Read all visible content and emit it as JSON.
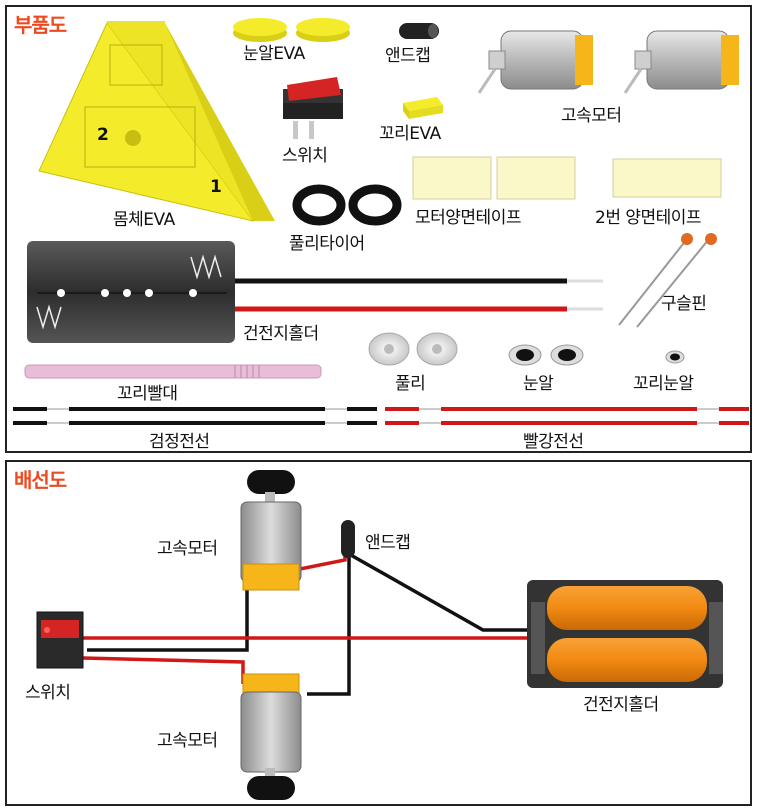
{
  "parts": {
    "title": "부품도",
    "labels": {
      "eye_eva": "눈알EVA",
      "end_cap": "앤드캡",
      "motor": "고속모터",
      "switch": "스위치",
      "tail_eva": "꼬리EVA",
      "body_eva": "몸체EVA",
      "body_mark_1": "1",
      "body_mark_2": "2",
      "pulley_tire": "풀리타이어",
      "motor_tape": "모터양면테이프",
      "tape_2": "2번 양면테이프",
      "battery_holder": "건전지홀더",
      "pin": "구슬핀",
      "tail_straw": "꼬리빨대",
      "pulley": "풀리",
      "eye": "눈알",
      "tail_eye": "꼬리눈알",
      "black_wire": "검정전선",
      "red_wire": "빨강전선"
    }
  },
  "wiring": {
    "title": "배선도",
    "labels": {
      "motor_top": "고속모터",
      "end_cap": "앤드캡",
      "switch": "스위치",
      "battery_holder": "건전지홀더",
      "motor_bottom": "고속모터"
    }
  },
  "colors": {
    "title_orange": "#ee4a22",
    "eva_yellow": "#f4ec2a",
    "wire_red": "#d01818",
    "wire_black": "#111111",
    "battery_orange": "#f28a12",
    "tape_cream": "#faf7c8",
    "straw_pink": "#e9bcd8"
  }
}
